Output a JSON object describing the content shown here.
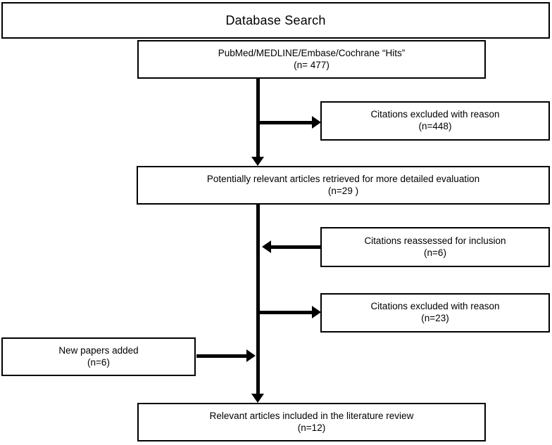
{
  "diagram": {
    "type": "flowchart",
    "title": "Database Search",
    "header": {
      "label": "Database Search"
    },
    "nodes": {
      "hits": {
        "line1": "PubMed/MEDLINE/Embase/Cochrane “Hits”",
        "line2": "(n= 477)"
      },
      "excluded_first": {
        "line1": "Citations excluded with reason",
        "line2": "(n=448)"
      },
      "retrieved": {
        "line1": "Potentially relevant articles retrieved for more detailed evaluation",
        "line2": "(n=29 )"
      },
      "reassessed": {
        "line1": "Citations reassessed for inclusion",
        "line2": "(n=6)"
      },
      "excluded_second": {
        "line1": "Citations excluded with reason",
        "line2": "(n=23)"
      },
      "new_papers": {
        "line1": "New papers added",
        "line2": "(n=6)"
      },
      "included": {
        "line1": "Relevant articles included in the literature review",
        "line2": "(n=12)"
      }
    },
    "connectors": [
      {
        "name": "hits-to-retrieved",
        "direction": "down"
      },
      {
        "name": "retrieved-to-excluded-first",
        "direction": "right"
      },
      {
        "name": "retrieved-to-included",
        "direction": "down"
      },
      {
        "name": "reassessed-to-spine",
        "direction": "left"
      },
      {
        "name": "spine-to-excluded-second",
        "direction": "right"
      },
      {
        "name": "new-papers-to-spine",
        "direction": "right"
      }
    ],
    "colors": {
      "stroke": "#000000",
      "fill": "#ffffff",
      "text": "#000000"
    }
  }
}
